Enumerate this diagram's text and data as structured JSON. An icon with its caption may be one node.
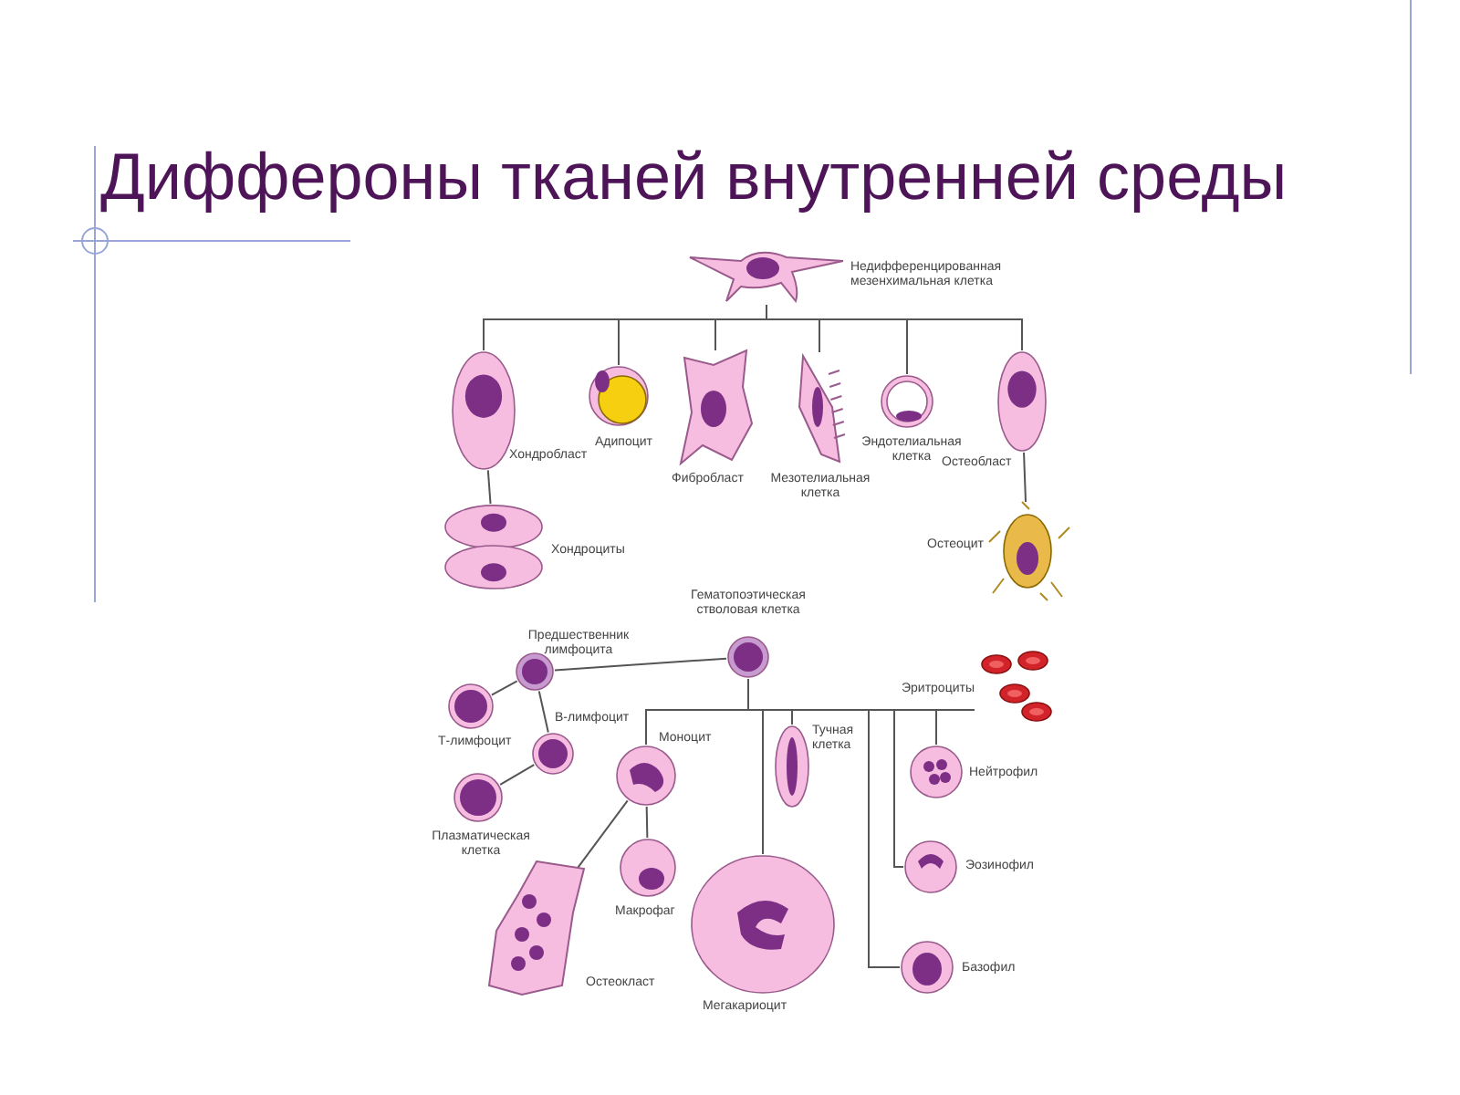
{
  "diagram": {
    "title": "Диффероны тканей внутренней среды",
    "nodes": [
      {
        "text": [],
        "shape": "picture",
        "beside": [
          "Недифференцированная мезенхимальная клетка"
        ]
      },
      {
        "text": [],
        "shape": "picture",
        "beside": [
          "Хондробласт"
        ]
      },
      {
        "text": [],
        "shape": "picture",
        "beside": [
          "Адипоцит"
        ]
      },
      {
        "text": [],
        "shape": "picture",
        "beside": [
          "Фибробласт"
        ]
      },
      {
        "text": [],
        "shape": "picture",
        "beside": [
          "Мезотелиальная клетка"
        ]
      },
      {
        "text": [],
        "shape": "picture",
        "beside": [
          "Эндотелиальная клетка"
        ]
      },
      {
        "text": [],
        "shape": "picture",
        "beside": [
          "Остеобласт"
        ]
      },
      {
        "text": [],
        "shape": "picture",
        "beside": [
          "Хондроциты"
        ]
      },
      {
        "text": [],
        "shape": "picture",
        "beside": [
          "Остеоцит"
        ]
      },
      {
        "text": [],
        "shape": "picture",
        "beside": [
          "Гематопоэтическая стволовая клетка"
        ]
      },
      {
        "text": [],
        "shape": "picture",
        "beside": [
          "Предшественник лимфоцита"
        ]
      },
      {
        "text": [],
        "shape": "picture",
        "beside": [
          "Т-лимфоцит"
        ]
      },
      {
        "text": [],
        "shape": "picture",
        "beside": [
          "В-лимфоцит"
        ]
      },
      {
        "text": [],
        "shape": "picture",
        "beside": [
          "Плазматическая клетка"
        ]
      },
      {
        "text": [],
        "shape": "picture",
        "beside": [
          "Эритроциты"
        ]
      },
      {
        "text": [],
        "shape": "picture",
        "beside": [
          "Моноцит"
        ]
      },
      {
        "text": [],
        "shape": "picture",
        "beside": [
          "Тучная клетка"
        ]
      },
      {
        "text": [],
        "shape": "picture",
        "beside": [
          "Нейтрофил"
        ]
      },
      {
        "text": [],
        "shape": "picture",
        "beside": [
          "Макрофаг"
        ]
      },
      {
        "text": [],
        "shape": "picture",
        "beside": [
          "Остеокласт"
        ]
      },
      {
        "text": [],
        "shape": "picture",
        "beside": [
          "Мегакариоцит"
        ]
      },
      {
        "text": [],
        "shape": "picture",
        "beside": [
          "Эозинофил"
        ]
      },
      {
        "text": [],
        "shape": "picture",
        "beside": [
          "Базофил"
        ]
      }
    ],
    "edges": [
      {
        "from": 0,
        "to": 1,
        "arrow": "none"
      },
      {
        "from": 0,
        "to": 2,
        "arrow": "none"
      },
      {
        "from": 0,
        "to": 3,
        "arrow": "none"
      },
      {
        "from": 0,
        "to": 4,
        "arrow": "none"
      },
      {
        "from": 0,
        "to": 5,
        "arrow": "none"
      },
      {
        "from": 0,
        "to": 6,
        "arrow": "none"
      },
      {
        "from": 1,
        "to": 7,
        "arrow": "none"
      },
      {
        "from": 6,
        "to": 8,
        "arrow": "none"
      },
      {
        "from": 9,
        "to": 10,
        "arrow": "none"
      },
      {
        "from": 10,
        "to": 11,
        "arrow": "none"
      },
      {
        "from": 10,
        "to": 12,
        "arrow": "none"
      },
      {
        "from": 12,
        "to": 13,
        "arrow": "none"
      },
      {
        "from": 9,
        "to": 14,
        "arrow": "none"
      },
      {
        "from": 9,
        "to": 15,
        "arrow": "none"
      },
      {
        "from": 9,
        "to": 20,
        "arrow": "none"
      },
      {
        "from": 9,
        "to": 16,
        "arrow": "none"
      },
      {
        "from": 9,
        "to": 22,
        "arrow": "none"
      },
      {
        "from": 9,
        "to": 21,
        "arrow": "none"
      },
      {
        "from": 9,
        "to": 17,
        "arrow": "none"
      },
      {
        "from": 15,
        "to": 18,
        "arrow": "none"
      },
      {
        "from": 15,
        "to": 19,
        "arrow": "none"
      }
    ]
  }
}
